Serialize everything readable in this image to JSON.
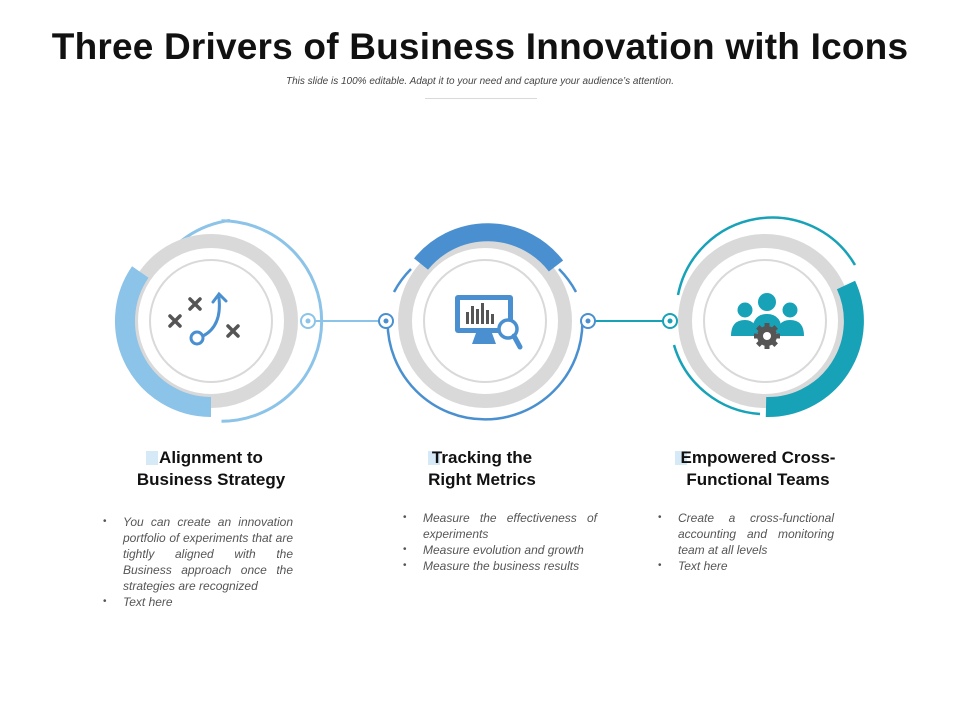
{
  "title": "Three Drivers of Business Innovation with Icons",
  "subtitle": "This slide is 100% editable. Adapt it to your need and capture your audience’s attention.",
  "colors": {
    "light_blue": "#8cc3e8",
    "mid_blue": "#4a90d0",
    "teal": "#17a2b8",
    "ring_gray": "#d9d9d9",
    "icon_gray": "#555555"
  },
  "drivers": [
    {
      "heading_line1": "Alignment to",
      "heading_line2": "Business Strategy",
      "icon": "strategy-play-icon",
      "bullets": [
        "You can create an innovation portfolio of experiments that are tightly aligned with the Business approach once the strategies are recognized",
        "Text here"
      ]
    },
    {
      "heading_line1": "Tracking the",
      "heading_line2": "Right Metrics",
      "icon": "monitor-chart-search-icon",
      "bullets": [
        "Measure the effectiveness of experiments",
        "Measure evolution and growth",
        "Measure the business results"
      ]
    },
    {
      "heading_line1": "Empowered Cross-",
      "heading_line2": "Functional Teams",
      "icon": "team-gear-icon",
      "bullets": [
        "Create a cross-functional accounting and monitoring team at all levels",
        "Text here"
      ]
    }
  ]
}
